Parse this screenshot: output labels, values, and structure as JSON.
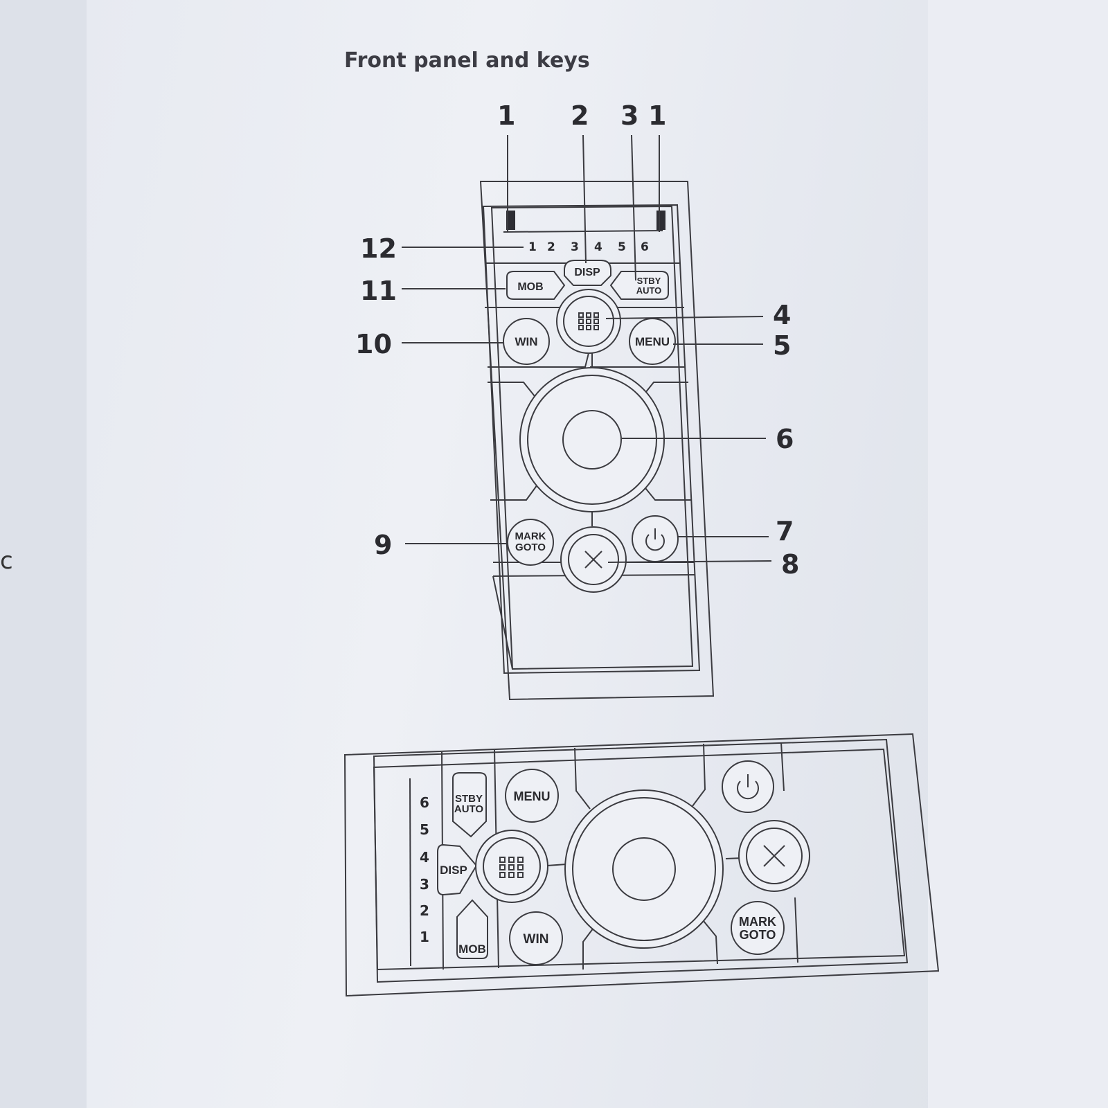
{
  "title": "Front panel and keys",
  "stray_margin_char": "c",
  "callouts": {
    "top": [
      "1",
      "2",
      "3",
      "1"
    ],
    "right": [
      "4",
      "5",
      "6",
      "7",
      "8"
    ],
    "left": [
      "12",
      "11",
      "10",
      "9"
    ]
  },
  "led_numbers": [
    "1",
    "2",
    "3",
    "4",
    "5",
    "6"
  ],
  "keys": {
    "disp": "DISP",
    "mob": "MOB",
    "stby_line1": "STBY",
    "stby_line2": "AUTO",
    "win": "WIN",
    "menu": "MENU",
    "mark_line1": "MARK",
    "mark_line2": "GOTO"
  },
  "icons": {
    "pages": "grid-pages-icon",
    "power": "power-icon",
    "cancel": "x-cancel-icon",
    "rotary": "rotary-knob"
  }
}
